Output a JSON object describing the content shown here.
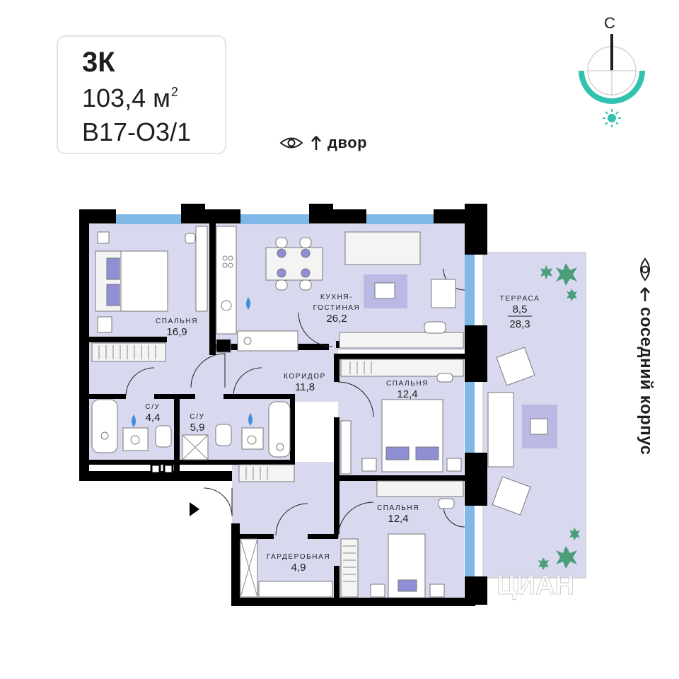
{
  "apartment": {
    "type": "3К",
    "area": "103,4 м",
    "area_sup": "2",
    "code": "В17-О3/1"
  },
  "orientation": {
    "north": "С"
  },
  "views": {
    "top": "двор",
    "right": "соседний корпус"
  },
  "rooms": {
    "bedroom1": {
      "name": "СПАЛЬНЯ",
      "area": "16,9"
    },
    "kitchen": {
      "name1": "КУХНЯ-",
      "name2": "ГОСТИНАЯ",
      "area": "26,2"
    },
    "terrace": {
      "name": "ТЕРРАСА",
      "area1": "8,5",
      "area2": "28,3"
    },
    "corridor": {
      "name": "КОРИДОР",
      "area": "11,8"
    },
    "bedroom2": {
      "name": "СПАЛЬНЯ",
      "area": "12,4"
    },
    "bath1": {
      "name": "С/У",
      "area": "4,4"
    },
    "bath2": {
      "name": "С/У",
      "area": "5,9"
    },
    "bedroom3": {
      "name": "СПАЛЬНЯ",
      "area": "12,4"
    },
    "wardrobe": {
      "name": "ГАРДЕРОБНАЯ",
      "area": "4,9"
    }
  },
  "watermark": "ЦИАН",
  "colors": {
    "floor": "#d8d9ef",
    "wall": "#000000",
    "window": "#7fb7e6",
    "accent": "#33c2b0",
    "furniture_accent": "#8f8fd6"
  }
}
